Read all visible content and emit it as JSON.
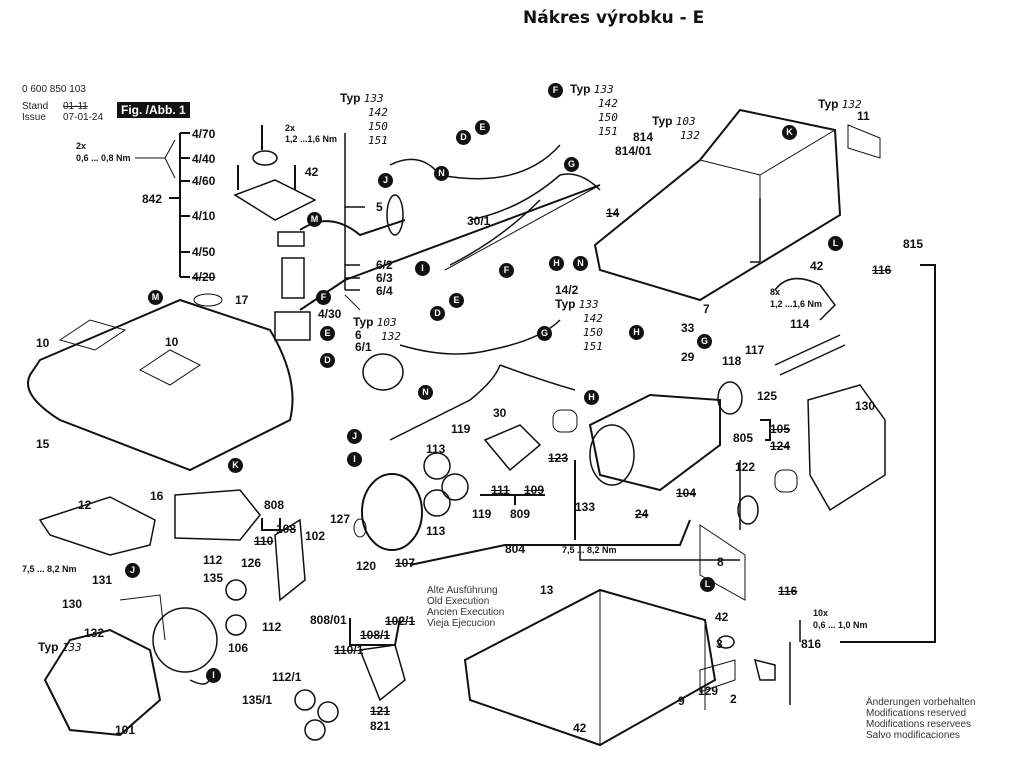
{
  "title": "Nákres výrobku - E",
  "header": {
    "part_number": "0 600 850 103",
    "stand_label": "Stand",
    "issue_label": "Issue",
    "stand_value_struck": "01-11",
    "issue_date": "07-01-24",
    "figure": "Fig. /Abb. 1"
  },
  "torque_specs": {
    "t1_count": "2x",
    "t1_value": "0,6 ... 0,8 Nm",
    "t2_count": "2x",
    "t2_value": "1,2 ...1,6 Nm",
    "t3_count": "8x",
    "t3_value": "1,2 ...1,6 Nm",
    "t4_value": "7,5 ... 8,2 Nm",
    "t5_value": "7,5 ... 8,2 Nm",
    "t6_count": "10x",
    "t6_value": "0,6 ... 1,0 Nm"
  },
  "typ_blocks": {
    "typ_label": "Typ",
    "a": [
      "133",
      "142",
      "150",
      "151"
    ],
    "b": [
      "133",
      "142",
      "150",
      "151"
    ],
    "c": [
      "103",
      "132"
    ],
    "d": "132",
    "e": [
      "103",
      "132"
    ],
    "f": [
      "133",
      "142",
      "150",
      "151"
    ],
    "g": "133"
  },
  "circle_markers": {
    "D": "D",
    "E": "E",
    "F": "F",
    "G": "G",
    "H": "H",
    "I": "I",
    "J": "J",
    "K": "K",
    "L": "L",
    "M": "M",
    "N": "N"
  },
  "part_labels": {
    "p470": "4/70",
    "p440": "4/40",
    "p460": "4/60",
    "p410": "4/10",
    "p450": "4/50",
    "p420": "4/20",
    "p430": "4/30",
    "p842": "842",
    "p42a": "42",
    "p17": "17",
    "p10a": "10",
    "p10b": "10",
    "p15": "15",
    "p5": "5",
    "p62": "6/2",
    "p63": "6/3",
    "p64": "6/4",
    "p301": "30/1",
    "p814": "814",
    "p81401": "814/01",
    "p14": "14",
    "p142": "14/2",
    "p11": "11",
    "p42b": "42",
    "p815": "815",
    "p116a": "116",
    "p7": "7",
    "p114": "114",
    "p6": "6",
    "p61": "6/1",
    "p30": "30",
    "p33": "33",
    "p29": "29",
    "p118": "118",
    "p117": "117",
    "p125": "125",
    "p130a": "130",
    "p805": "805",
    "p105": "105",
    "p124": "124",
    "p122": "122",
    "p119a": "119",
    "p119b": "119",
    "p113a": "113",
    "p113b": "113",
    "p123": "123",
    "p111": "111",
    "p109": "109",
    "p809": "809",
    "p133": "133",
    "p104": "104",
    "p24": "24",
    "p16": "16",
    "p12": "12",
    "p808": "808",
    "p108": "108",
    "p110": "110",
    "p127": "127",
    "p102": "102",
    "p120": "120",
    "p107": "107",
    "p804": "804",
    "p112a": "112",
    "p126": "126",
    "p135": "135",
    "p112b": "112",
    "p106": "106",
    "p130b": "130",
    "p131": "131",
    "p132": "132",
    "p101": "101",
    "p80801": "808/01",
    "p1021": "102/1",
    "p1081": "108/1",
    "p1101": "110/1",
    "p1121": "112/1",
    "p1351": "135/1",
    "p121": "121",
    "p821": "821",
    "p13": "13",
    "p8": "8",
    "p116b": "116",
    "p42c": "42",
    "p3": "3",
    "p816": "816",
    "p129": "129",
    "p2": "2",
    "p9": "9",
    "p42d": "42"
  },
  "notes": {
    "old_execution": [
      "Alte Ausführung",
      "Old Execution",
      "Ancien Execution",
      "Vieja Ejecucion"
    ],
    "modifications": [
      "Änderungen vorbehalten",
      "Modifications reserved",
      "Modifications reservees",
      "Salvo modificaciones"
    ]
  }
}
